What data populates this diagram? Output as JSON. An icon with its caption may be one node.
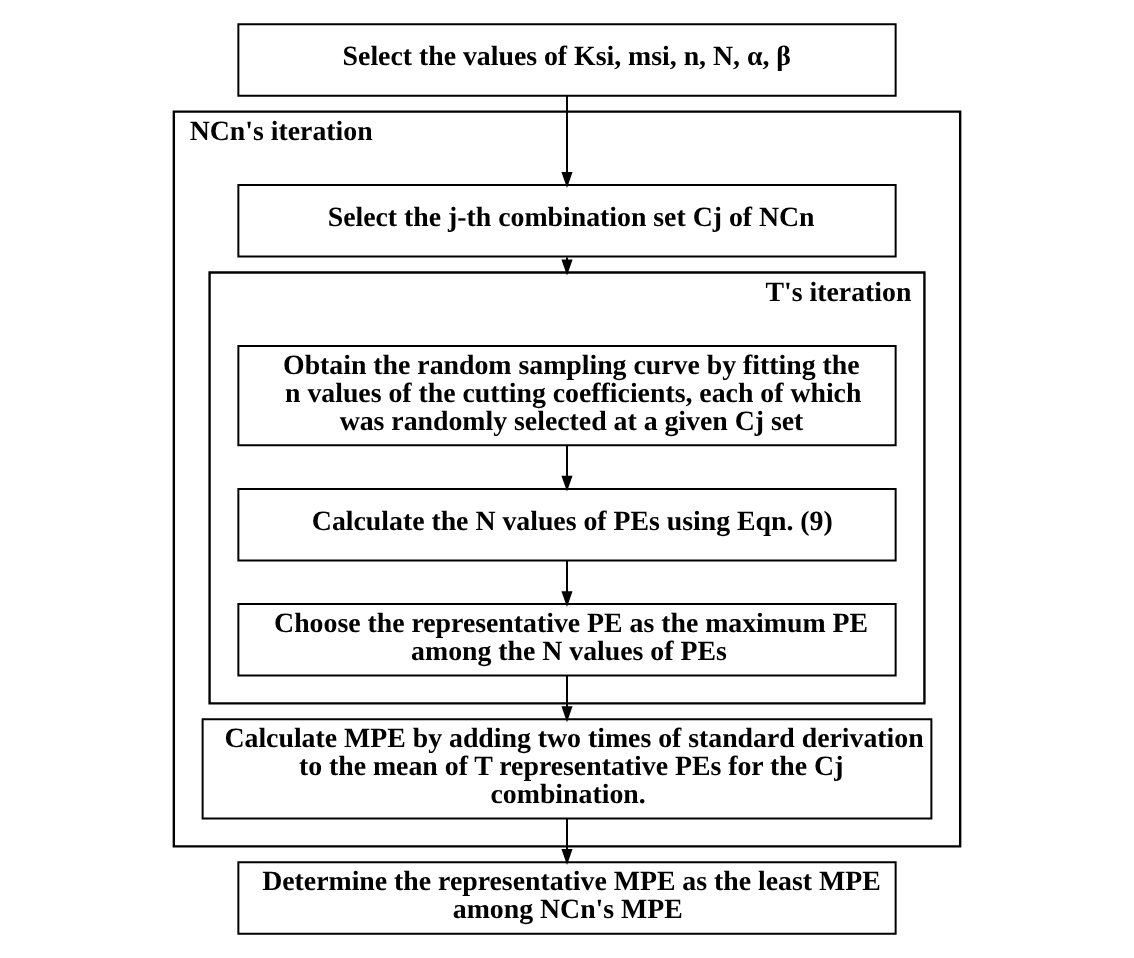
{
  "diagram": {
    "nodes": [
      {
        "text": [
          "Select the values of Ksi, msi, n, N, α, β"
        ]
      },
      {
        "text": [
          "NCn's iteration"
        ]
      },
      {
        "text": [
          "Select the j-th combination set Cj of NCn"
        ],
        "in": 1
      },
      {
        "text": [
          "T's iteration"
        ],
        "in": 1
      },
      {
        "text": [
          "Obtain the random sampling curve by fitting the n values of the cutting coefficients, each of which was randomly selected at a given Cj set"
        ],
        "in": 3
      },
      {
        "text": [
          "Calculate the N values of PEs using Eqn. (9)"
        ],
        "in": 3
      },
      {
        "text": [
          "Choose the representative PE as the maximum PE among the N values of PEs"
        ],
        "in": 3
      },
      {
        "text": [
          "Calculate MPE by adding two times of standard derivation to the mean of T representative PEs for the Cj combination."
        ],
        "in": 1
      },
      {
        "text": [
          "Determine the representative MPE as the least MPE among NCn's MPE"
        ]
      }
    ],
    "edges": [
      {
        "from": 0,
        "to": 2,
        "arrow": "to"
      },
      {
        "from": 2,
        "to": 3,
        "arrow": "to"
      },
      {
        "from": 4,
        "to": 5,
        "arrow": "to"
      },
      {
        "from": 5,
        "to": 6,
        "arrow": "to"
      },
      {
        "from": 6,
        "to": 7,
        "arrow": "to"
      },
      {
        "from": 7,
        "to": 8,
        "arrow": "to"
      }
    ]
  }
}
